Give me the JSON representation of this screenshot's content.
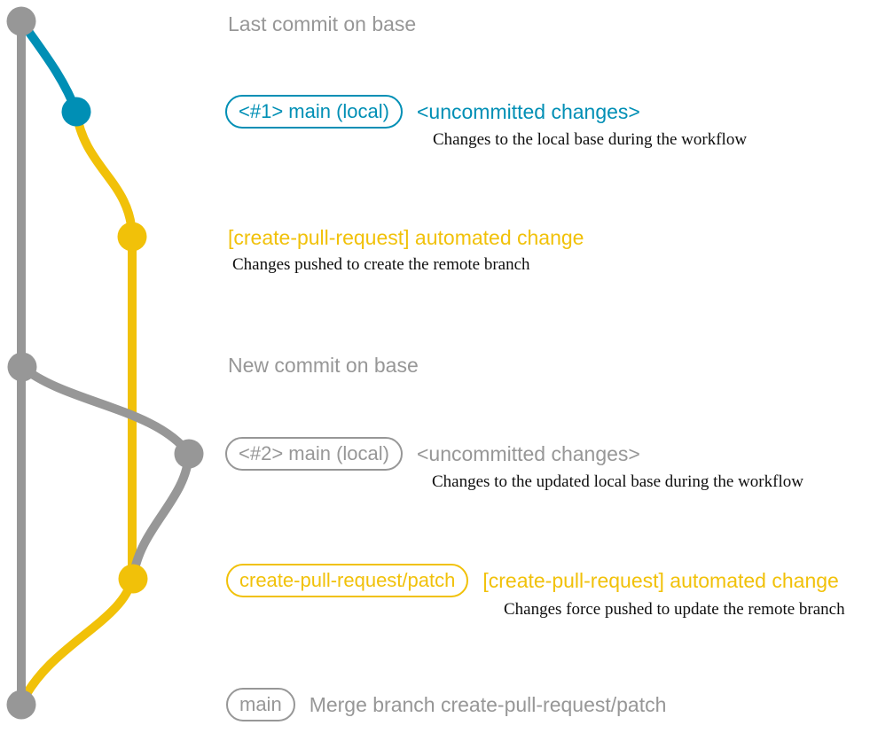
{
  "colors": {
    "base_gray": "#979797",
    "branch_blue": "#008fb5",
    "branch_yellow": "#f1c109",
    "note_black": "#0f0f0f",
    "background": "#ffffff"
  },
  "rows": {
    "last_commit": {
      "message": "Last commit on base"
    },
    "commit1": {
      "branch_label": "<#1> main (local)",
      "message": "<uncommitted changes>",
      "note": "Changes to the local base during the workflow"
    },
    "push1": {
      "message": "[create-pull-request] automated change",
      "note": "Changes pushed to create the remote branch"
    },
    "new_commit": {
      "message": "New commit on base"
    },
    "commit2": {
      "branch_label": "<#2> main (local)",
      "message": "<uncommitted changes>",
      "note": "Changes to the updated local base during the workflow"
    },
    "push2": {
      "branch_label": "create-pull-request/patch",
      "message": "[create-pull-request] automated change",
      "note": "Changes force pushed to update the remote branch"
    },
    "merge": {
      "branch_label": "main",
      "message": "Merge branch create-pull-request/patch"
    }
  }
}
